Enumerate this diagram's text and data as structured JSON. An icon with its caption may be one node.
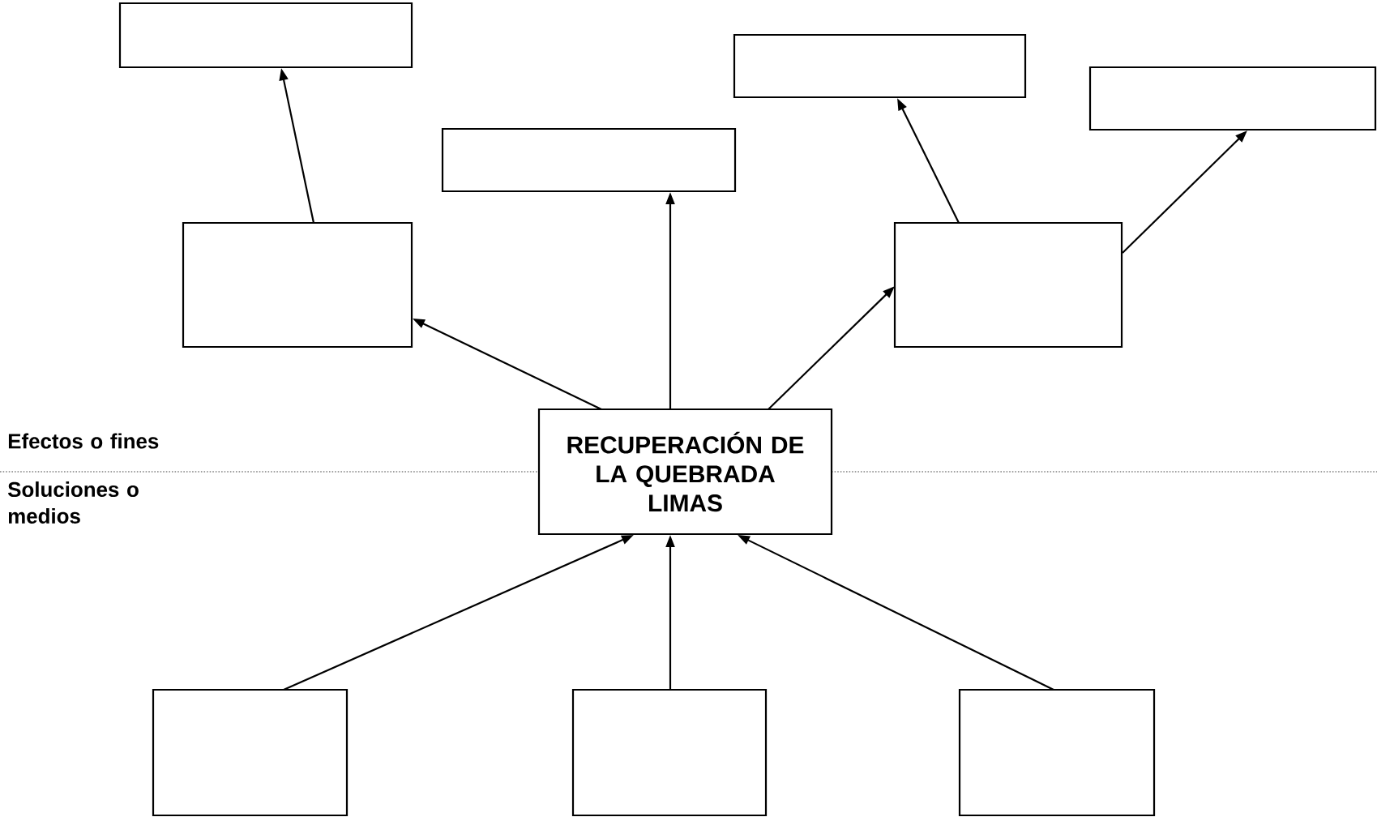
{
  "diagram": {
    "nodes": [
      {
        "text": [],
        "shape": "box"
      },
      {
        "text": [],
        "shape": "box"
      },
      {
        "text": [],
        "shape": "box"
      },
      {
        "text": [],
        "shape": "box"
      },
      {
        "text": [],
        "shape": "box"
      },
      {
        "text": [],
        "shape": "box"
      },
      {
        "text": [
          "RECUPERACIÓN DE LA QUEBRADA LIMAS"
        ]
      },
      {
        "text": [],
        "shape": "box"
      },
      {
        "text": [],
        "shape": "box"
      },
      {
        "text": [],
        "shape": "box"
      }
    ],
    "edges": [
      {
        "from": 6,
        "to": 4,
        "arrow": "to"
      },
      {
        "from": 6,
        "to": 1,
        "arrow": "to"
      },
      {
        "from": 6,
        "to": 5,
        "arrow": "to"
      },
      {
        "from": 4,
        "to": 0,
        "arrow": "to"
      },
      {
        "from": 5,
        "to": 2,
        "arrow": "to"
      },
      {
        "from": 5,
        "to": 3,
        "arrow": "to"
      },
      {
        "from": 7,
        "to": 6,
        "arrow": "to"
      },
      {
        "from": 8,
        "to": 6,
        "arrow": "to"
      },
      {
        "from": 9,
        "to": 6,
        "arrow": "to"
      }
    ],
    "labels": [
      "Efectos o fines",
      "Soluciones o medios"
    ]
  }
}
